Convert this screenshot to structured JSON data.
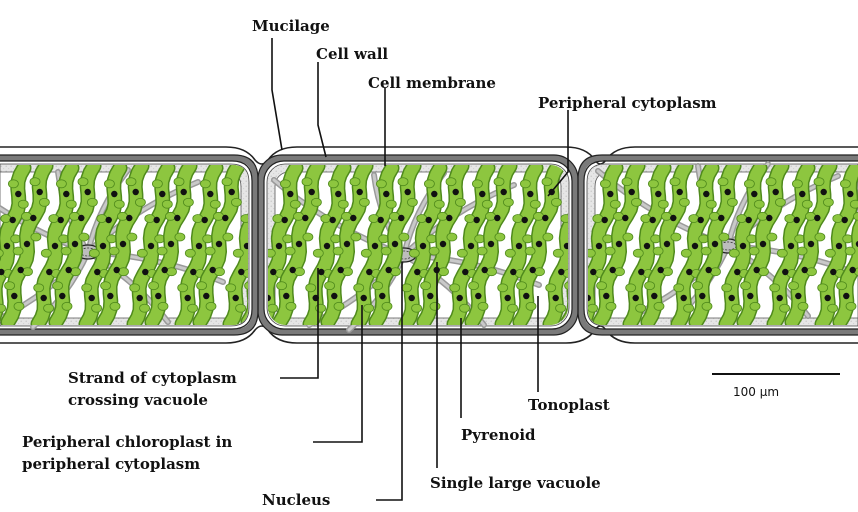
{
  "labels": {
    "mucilage": "Mucilage",
    "cell_wall": "Cell wall",
    "cell_membrane": "Cell membrane",
    "peripheral_cytoplasm": "Peripheral cytoplasm",
    "strand_line1": "Strand of cytoplasm",
    "strand_line2": "crossing vacuole",
    "chloroplast_line1": "Peripheral chloroplast in",
    "chloroplast_line2": "peripheral cytoplasm",
    "nucleus": "Nucleus",
    "single_large_vacuole": "Single large vacuole",
    "pyrenoid": "Pyrenoid",
    "tonoplast": "Tonoplast"
  },
  "scale_bar": {
    "text": "100 μm"
  },
  "colors": {
    "chloroplast": "#8dc63f",
    "chloroplast_dark": "#4f8a1c",
    "pyrenoid": "#111111",
    "cytoplasm": "#d9d9d9",
    "cell_wall": "#8a8a8a",
    "strand": "#9a9a9a"
  }
}
